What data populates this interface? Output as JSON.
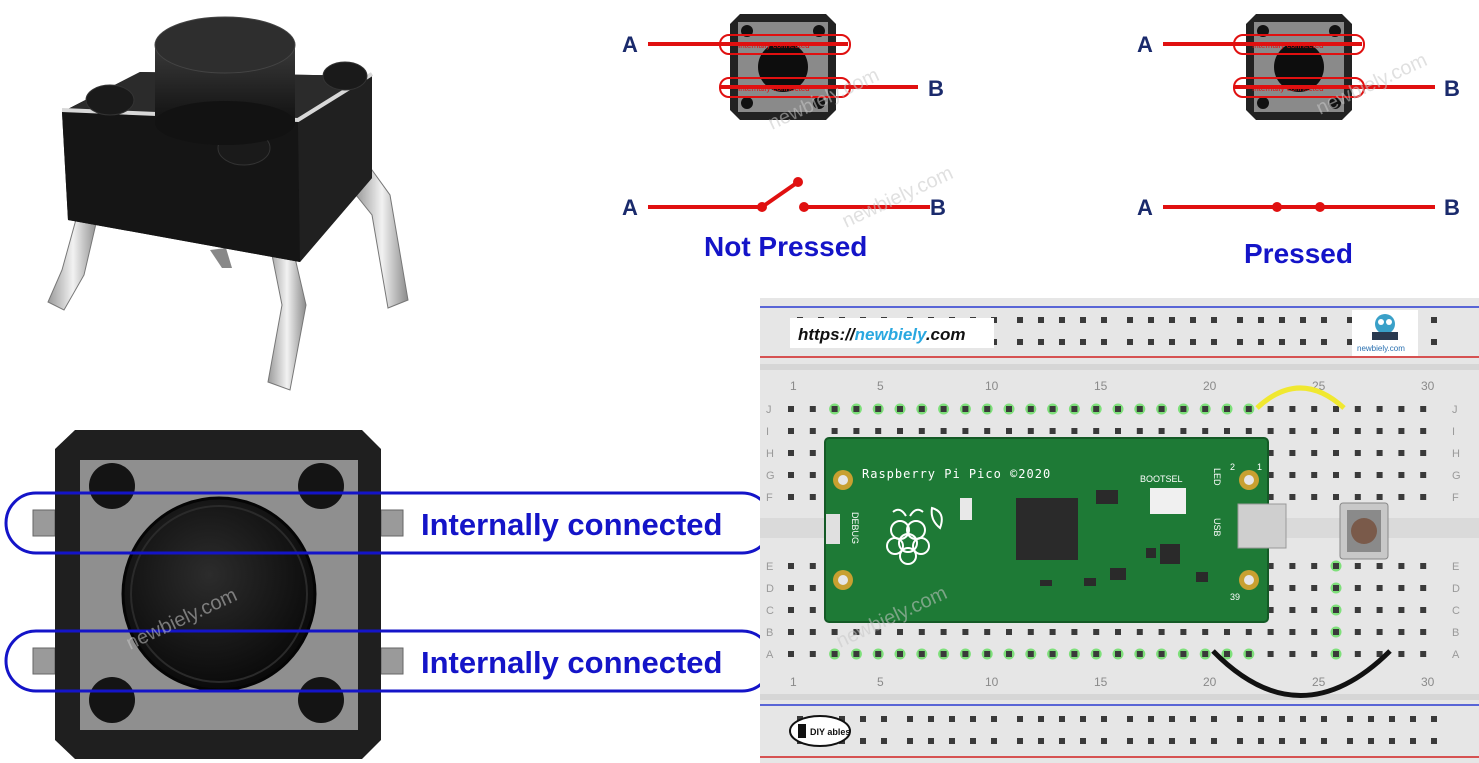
{
  "diagram": {
    "top_states": [
      {
        "id": "not-pressed",
        "caption": "Not Pressed",
        "label_a": "A",
        "label_b": "B",
        "ic_top": "Internally connected",
        "ic_bottom": "Internally connected"
      },
      {
        "id": "pressed",
        "caption": "Pressed",
        "label_a": "A",
        "label_b": "B",
        "ic_top": "Internally connected",
        "ic_bottom": "Internally connected"
      }
    ],
    "big_button": {
      "ic_top": "Internally connected",
      "ic_bottom": "Internally connected"
    },
    "watermark": "newbiely.com",
    "breadboard": {
      "url_prefix": "https://",
      "url_brand": "newbiely",
      "url_suffix": ".com",
      "logo_caption": "newbiely.com",
      "col_numbers": [
        "1",
        "5",
        "10",
        "15",
        "20",
        "25",
        "30"
      ],
      "rows_top": [
        "J",
        "I",
        "H",
        "G",
        "F"
      ],
      "rows_bottom": [
        "E",
        "D",
        "C",
        "B",
        "A"
      ],
      "brand_mark": "DIY ables"
    },
    "pico": {
      "title": "Raspberry Pi Pico ©2020",
      "bootsel": "BOOTSEL",
      "debug": "DEBUG",
      "led": "LED",
      "usb": "USB",
      "pin_2": "2",
      "pin_39": "39",
      "pin_1": "1"
    },
    "colors": {
      "wire_red": "#e01010",
      "caption_blue": "#1414c8",
      "pcb_green": "#1e7a36",
      "jumper_yellow": "#f0e830"
    }
  }
}
